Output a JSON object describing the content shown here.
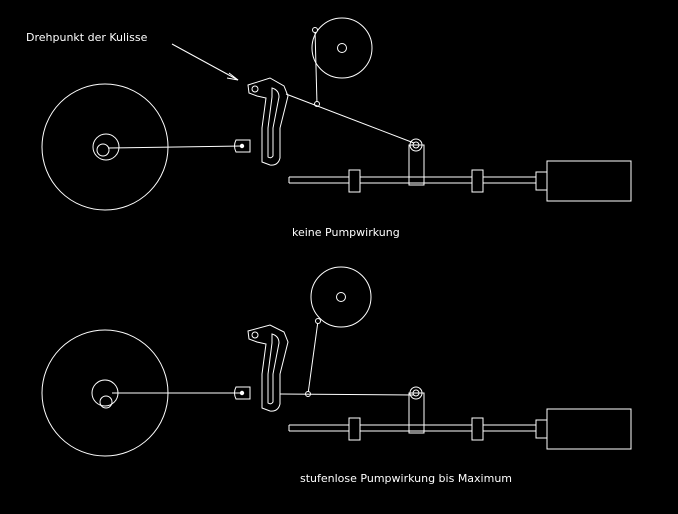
{
  "labels": {
    "pivot": "Drehpunkt der Kulisse",
    "no_pump": "keine Pumpwirkung",
    "variable_pump": "stufenlose Pumpwirkung bis Maximum"
  }
}
